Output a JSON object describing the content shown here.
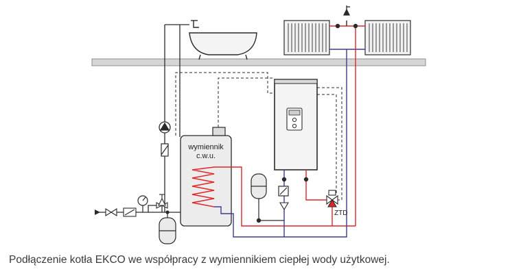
{
  "diagram": {
    "tank_label_line1": "wymiennik",
    "tank_label_line2": "c.w.u.",
    "valve_label": "ZTD"
  },
  "caption": "Podłączenie kotła EKCO we współpracy z wymiennikiem ciepłej wody użytkowej.",
  "colors": {
    "supply": "#e0242b",
    "return": "#3c3c8c",
    "line": "#2a2a2a",
    "floor": "#d4d4d4"
  }
}
